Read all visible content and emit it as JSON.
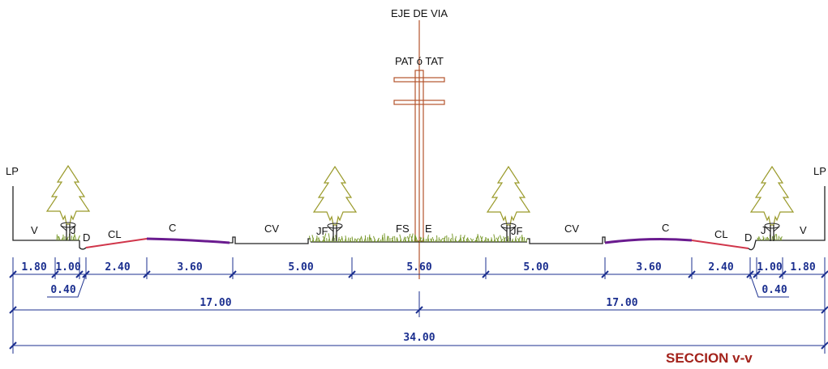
{
  "axis_label": "EJE DE VIA",
  "pole_label": "PAT ó TAT",
  "section_title": "SECCION v-v",
  "colors": {
    "line": "#222222",
    "dimension": "#1b2f8f",
    "axis": "#b3532c",
    "grass": "#7a9a2e",
    "tree": "#9a9a2a",
    "bike_lane": "#d0354a",
    "road": "#6a1b8f",
    "title": "#a3221b"
  },
  "zone_labels": {
    "lp_left": "LP",
    "lp_right": "LP",
    "v_left": "V",
    "j_left": "J",
    "d_left": "D",
    "cl_left": "CL",
    "c_left": "C",
    "cv_left": "CV",
    "jf_left": "JF",
    "fs": "FS",
    "e": "E",
    "jf_right": "JF",
    "cv_right": "CV",
    "c_right": "C",
    "cl_right": "CL",
    "d_right": "D",
    "j_right": "J",
    "v_right": "V"
  },
  "dimensions": {
    "v_left": "1.80",
    "j_left": "1.00",
    "d_left": "0.40",
    "cl_left": "2.40",
    "c_left": "3.60",
    "cv_left": "5.00",
    "median": "5.60",
    "cv_right": "5.00",
    "c_right": "3.60",
    "cl_right": "2.40",
    "j_right": "1.00",
    "d_right": "0.40",
    "v_right": "1.80",
    "half_left": "17.00",
    "half_right": "17.00",
    "total": "34.00"
  }
}
